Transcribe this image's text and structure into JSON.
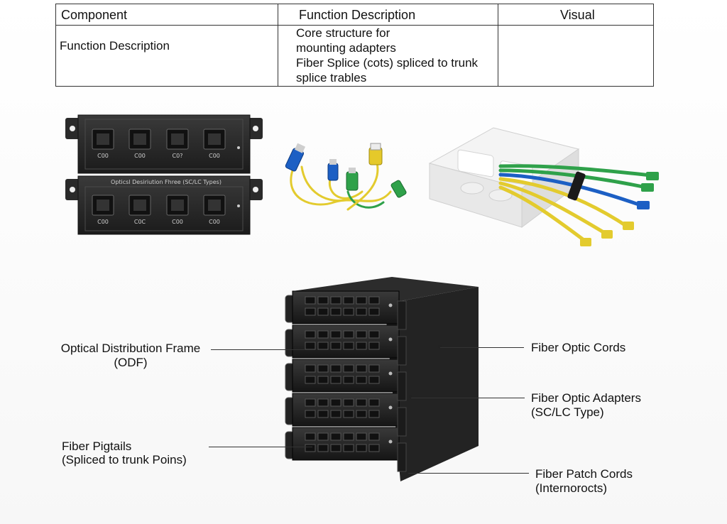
{
  "table": {
    "headers": [
      "Component",
      "Function Description",
      "Visual"
    ],
    "rows": [
      {
        "component": "Function Description",
        "description_lines": [
          "Core structure for",
          "mounting adapters",
          "Fiber Splice (cots) spliced to trunk",
          "splice trables"
        ],
        "visual": ""
      }
    ]
  },
  "panel": {
    "caption": "Opticsl Desiriution Fhree (SC/LC Types)",
    "port_codes_top": [
      "C00",
      "C00",
      "C0?",
      "C00"
    ],
    "port_codes_bottom": [
      "C00",
      "C0C",
      "C00",
      "C00"
    ]
  },
  "labels": {
    "odf_line1": "Optical Distribution Frame",
    "odf_line2": "(ODF)",
    "pigtails_line1": "Fiber Pigtails",
    "pigtails_line2": "(Spliced to trunk Poins)",
    "cords": "Fiber Optic Cords",
    "adapters_line1": "Fiber Optic Adapters",
    "adapters_line2": "(SC/LC Type)",
    "patch_line1": "Fiber Patch Cords",
    "patch_line2": "(Internoroсts)"
  },
  "colors": {
    "rack": "#1e1e1e",
    "connector_blue": "#1c5fc4",
    "connector_green": "#2fa14a",
    "connector_yellow": "#e5c92a",
    "cable_yellow": "#e3cb2e"
  }
}
